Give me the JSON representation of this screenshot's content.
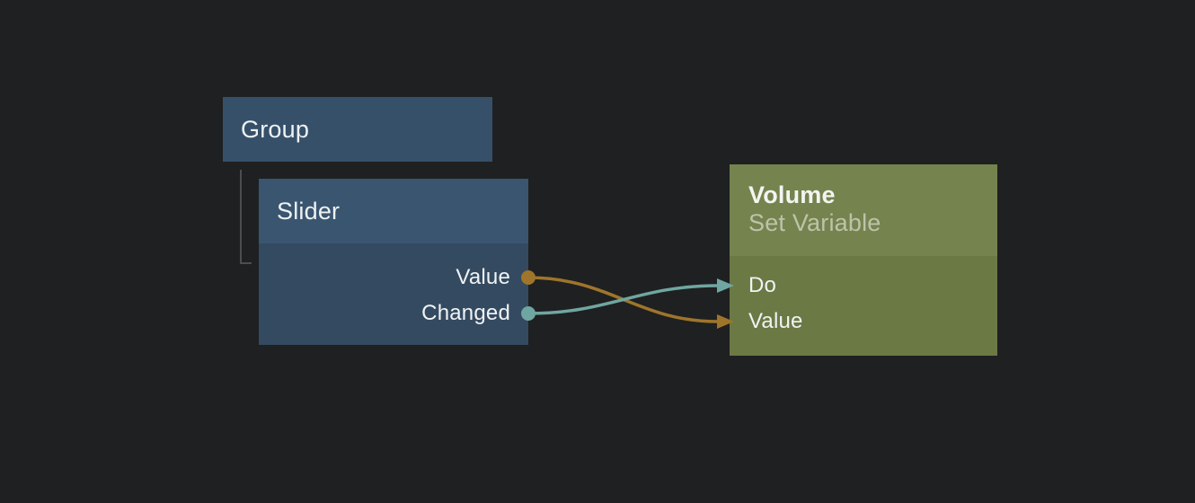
{
  "editor": {
    "background": "#1f2021",
    "elbow_connector_color": "#4d4d4d"
  },
  "colors": {
    "group_fill": "#36506a",
    "blue_header": "#3a556f",
    "blue_body": "#344a60",
    "green_header": "#75834e",
    "green_body": "#6b7944",
    "value_wire": "#9e752b",
    "event_wire": "#70a6a1",
    "title_text": "#edf1f3",
    "subtitle_text": "#bac2a8"
  },
  "nodes": {
    "group": {
      "title": "Group"
    },
    "slider": {
      "title": "Slider",
      "outputs": [
        {
          "label": "Value",
          "type": "value",
          "color": "#9e752b"
        },
        {
          "label": "Changed",
          "type": "event",
          "color": "#70a6a1"
        }
      ]
    },
    "volume": {
      "title": "Volume",
      "subtitle": "Set Variable",
      "inputs": [
        {
          "label": "Do",
          "type": "event",
          "color": "#70a6a1"
        },
        {
          "label": "Value",
          "type": "value",
          "color": "#9e752b"
        }
      ]
    }
  },
  "connections": [
    {
      "from": "Slider.Value",
      "to": "Volume.Value",
      "color": "#9e752b"
    },
    {
      "from": "Slider.Changed",
      "to": "Volume.Do",
      "color": "#70a6a1"
    }
  ],
  "hierarchy": {
    "parent": "Group",
    "child": "Slider"
  }
}
